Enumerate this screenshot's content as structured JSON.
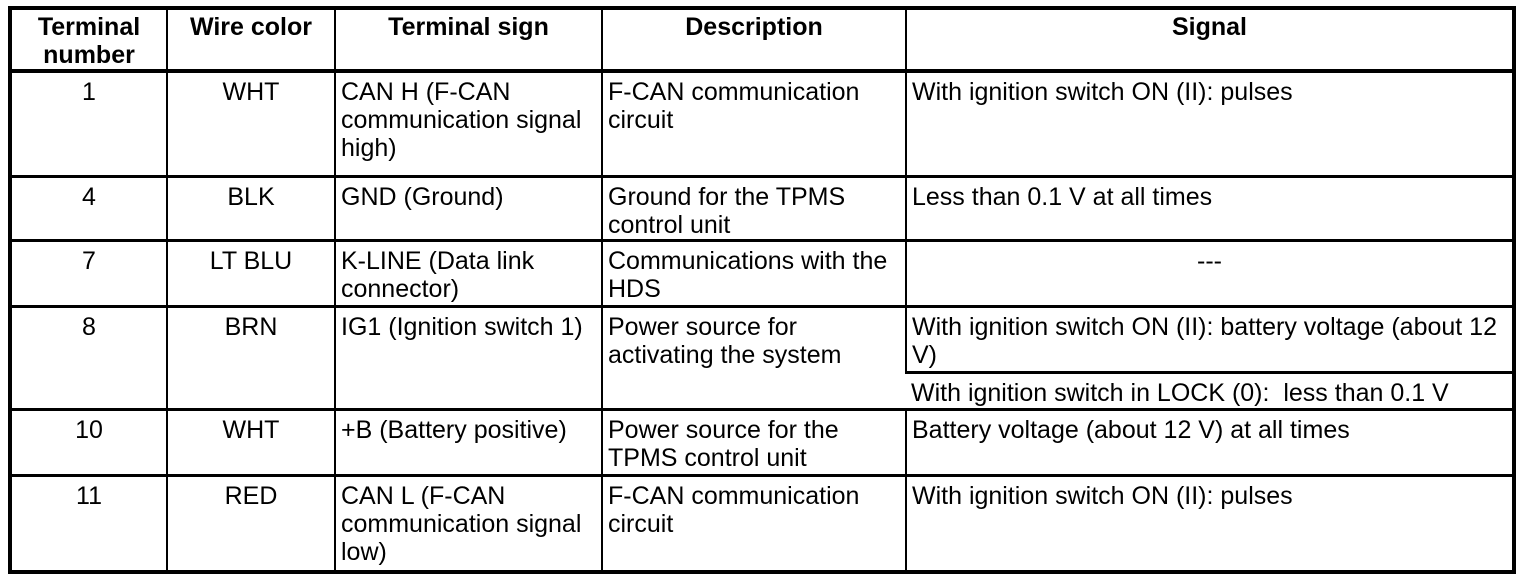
{
  "page": {
    "background_color": "#ffffff",
    "line_color": "#000000",
    "text_color": "#000000"
  },
  "table": {
    "headers": [
      "Terminal number",
      "Wire color",
      "Terminal sign",
      "Description",
      "Signal"
    ],
    "rows": [
      {
        "terminal_number": "1",
        "wire_color": "WHT",
        "terminal_sign": "CAN H (F-CAN communication signal high)",
        "description": "F-CAN communication circuit",
        "signals": [
          "With ignition switch ON (II): pulses"
        ]
      },
      {
        "terminal_number": "4",
        "wire_color": "BLK",
        "terminal_sign": "GND (Ground)",
        "description": "Ground for the TPMS control unit",
        "signals": [
          "Less than 0.1 V at all times"
        ]
      },
      {
        "terminal_number": "7",
        "wire_color": "LT BLU",
        "terminal_sign": "K-LINE (Data link connector)",
        "description": "Communications with the HDS",
        "signals": [
          "---"
        ]
      },
      {
        "terminal_number": "8",
        "wire_color": "BRN",
        "terminal_sign": "IG1 (Ignition switch 1)",
        "description": "Power source for activating the system",
        "signals": [
          "With ignition switch ON (II): battery voltage (about 12 V)",
          "With ignition switch in LOCK (0):  less than 0.1 V"
        ]
      },
      {
        "terminal_number": "10",
        "wire_color": "WHT",
        "terminal_sign": "+B (Battery positive)",
        "description": "Power source for the TPMS control unit",
        "signals": [
          "Battery voltage (about 12 V) at all times"
        ]
      },
      {
        "terminal_number": "11",
        "wire_color": "RED",
        "terminal_sign": "CAN L (F-CAN communication signal low)",
        "description": "F-CAN communication circuit",
        "signals": [
          "With ignition switch ON (II): pulses"
        ]
      }
    ]
  }
}
